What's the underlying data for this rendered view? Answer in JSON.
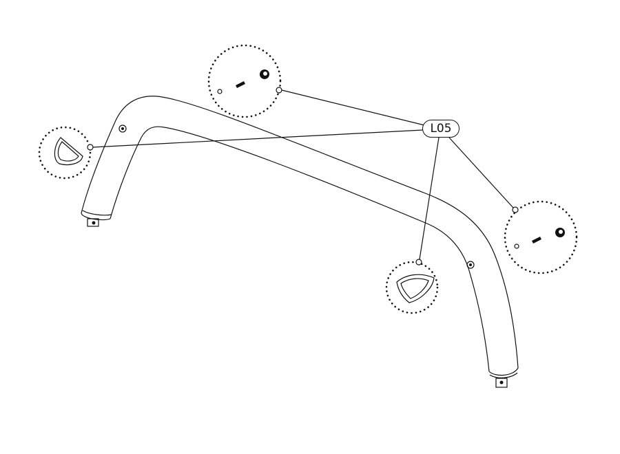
{
  "diagram": {
    "callout_label": "L05",
    "details": [
      "bolt-nut-washer-set-top",
      "end-cap-left",
      "bolt-nut-washer-set-right",
      "end-cap-center"
    ]
  }
}
